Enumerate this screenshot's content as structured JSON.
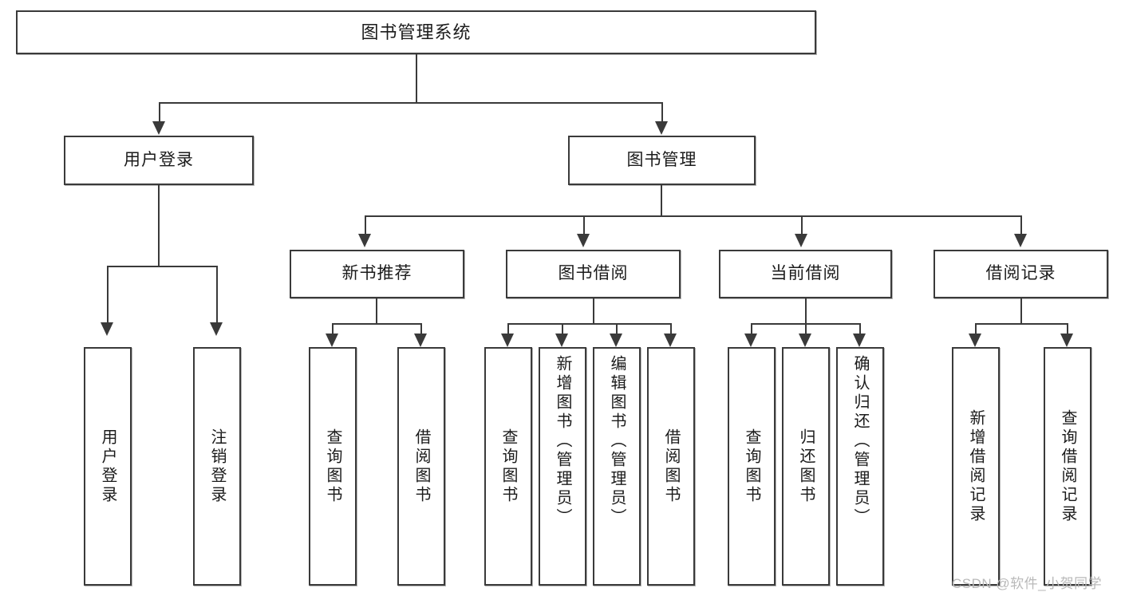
{
  "diagram": {
    "title": "图书管理系统",
    "type": "功能结构图",
    "watermark": "CSDN @软件_小贺同学",
    "colors": {
      "box_border": "#3a3a3a",
      "box_fill": "#ffffff",
      "connector": "#3a3a3a",
      "text": "#1b1b1b",
      "watermark": "#b9b9b9",
      "background": "#ffffff"
    }
  },
  "nodes": {
    "root": {
      "label": "图书管理系统"
    },
    "level2": [
      {
        "id": "user-login",
        "label": "用户登录"
      },
      {
        "id": "book-manage",
        "label": "图书管理"
      }
    ],
    "level3": [
      {
        "id": "new-book-rec",
        "label": "新书推荐"
      },
      {
        "id": "book-borrow",
        "label": "图书借阅"
      },
      {
        "id": "current-borrow",
        "label": "当前借阅"
      },
      {
        "id": "borrow-record",
        "label": "借阅记录"
      }
    ],
    "leaves": {
      "user-login": [
        {
          "id": "leaf-user-login",
          "label": "用户登录"
        },
        {
          "id": "leaf-user-logout",
          "label": "注销登录"
        }
      ],
      "new-book-rec": [
        {
          "id": "leaf-query-book-1",
          "label": "查询图书"
        },
        {
          "id": "leaf-borrow-book-1",
          "label": "借阅图书"
        }
      ],
      "book-borrow": [
        {
          "id": "leaf-query-book-2",
          "label": "查询图书"
        },
        {
          "id": "leaf-add-book",
          "label": "新增图书（管理员）"
        },
        {
          "id": "leaf-edit-book",
          "label": "编辑图书（管理员）"
        },
        {
          "id": "leaf-borrow-book-2",
          "label": "借阅图书"
        }
      ],
      "current-borrow": [
        {
          "id": "leaf-query-book-3",
          "label": "查询图书"
        },
        {
          "id": "leaf-return-book",
          "label": "归还图书"
        },
        {
          "id": "leaf-confirm-return",
          "label": "确认归还（管理员）"
        }
      ],
      "borrow-record": [
        {
          "id": "leaf-add-record",
          "label": "新增借阅记录"
        },
        {
          "id": "leaf-query-record",
          "label": "查询借阅记录"
        }
      ]
    }
  }
}
